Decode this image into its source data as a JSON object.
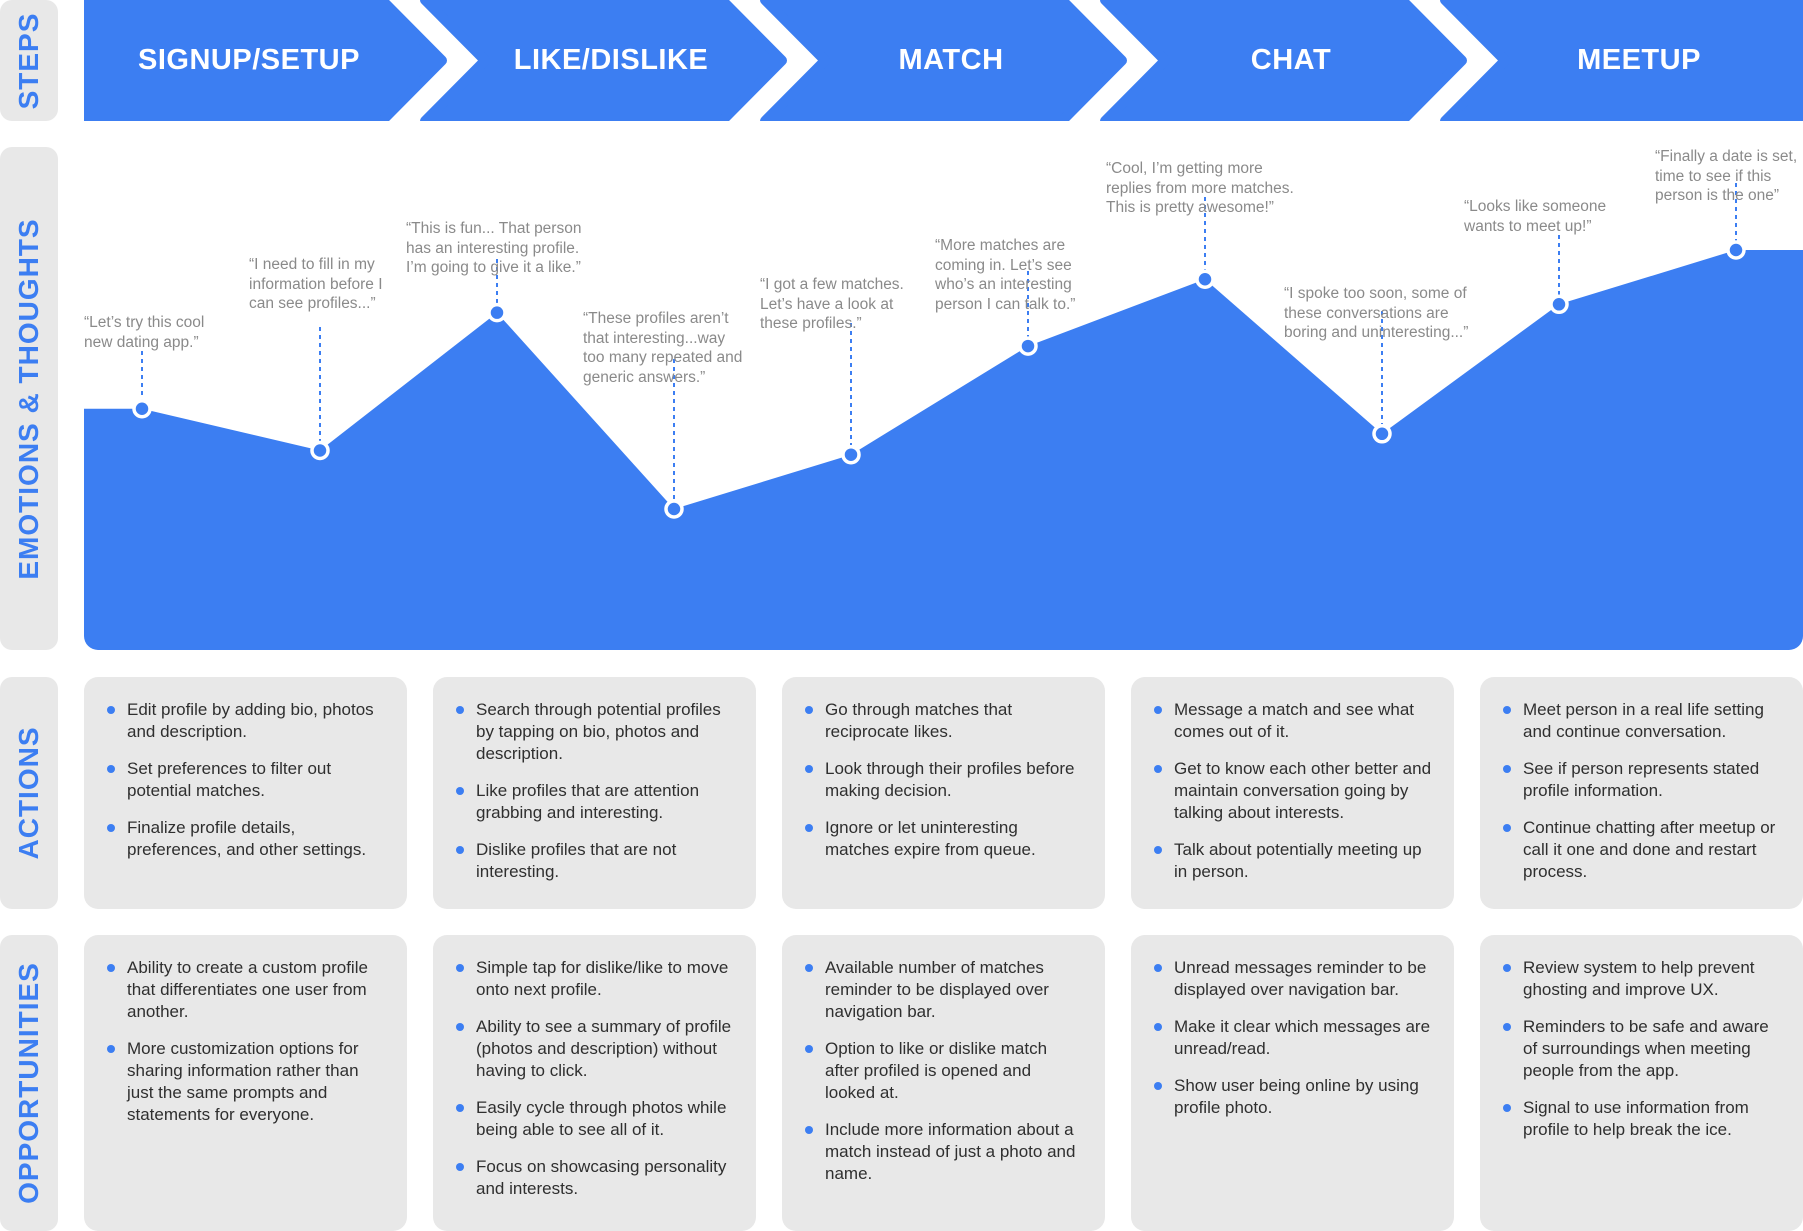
{
  "row_labels": {
    "steps": "STEPS",
    "emotions": "EMOTIONS & THOUGHTS",
    "actions": "ACTIONS",
    "opportunities": "OPPORTUNITIES"
  },
  "colors": {
    "accent": "#3c7ef2",
    "panel": "#e8e8e8",
    "quote": "#8a8a8a",
    "text": "#2f2f2f"
  },
  "steps": [
    "SIGNUP/SETUP",
    "LIKE/DISLIKE",
    "MATCH",
    "CHAT",
    "MEETUP"
  ],
  "emotion_points": [
    {
      "level": 0.62,
      "quote": "“Let’s try this cool\nnew dating app.”"
    },
    {
      "level": 0.52,
      "quote": "“I need to fill in my\ninformation before I\ncan see profiles...”"
    },
    {
      "level": 0.85,
      "quote": "“This is fun... That person\nhas an interesting profile.\nI’m going to give it a like.”"
    },
    {
      "level": 0.38,
      "quote": "“These profiles aren’t\nthat interesting...way\ntoo many repeated and\ngeneric answers.”"
    },
    {
      "level": 0.51,
      "quote": "“I got a few matches.\nLet’s have a look at\nthese profiles.”"
    },
    {
      "level": 0.77,
      "quote": "“More matches are\ncoming in. Let’s see\nwho’s an interesting\nperson I can talk to.”"
    },
    {
      "level": 0.93,
      "quote": "“Cool, I’m getting more\nreplies from more matches.\nThis is pretty awesome!”"
    },
    {
      "level": 0.56,
      "quote": "“I spoke too soon, some of\nthese conversations are\nboring and uninteresting...”"
    },
    {
      "level": 0.87,
      "quote": "“Looks like someone\nwants to meet up!”"
    },
    {
      "level": 1.0,
      "quote": "“Finally a date is set,\ntime to see if this\nperson is the one”"
    }
  ],
  "actions": [
    [
      "Edit profile by adding bio, photos and description.",
      "Set preferences to filter out potential matches.",
      "Finalize profile details, preferences, and other settings."
    ],
    [
      "Search through potential profiles by tapping on bio, photos and description.",
      "Like profiles that are attention grabbing and interesting.",
      "Dislike profiles that are not interesting."
    ],
    [
      "Go through matches that reciprocate likes.",
      "Look through their profiles before making decision.",
      "Ignore or let uninteresting matches expire from queue."
    ],
    [
      "Message a match and see what comes out of it.",
      "Get to know each other better and maintain conversation going by talking about interests.",
      "Talk about potentially meeting up in person."
    ],
    [
      "Meet person in a real life setting and continue conversation.",
      "See if person represents stated profile information.",
      "Continue chatting after meetup or call it one and done and restart process."
    ]
  ],
  "opportunities": [
    [
      "Ability to create a custom profile that differentiates one user from another.",
      "More customization options for sharing information rather than just the same prompts and statements for everyone."
    ],
    [
      "Simple tap for dislike/like to move onto next profile.",
      "Ability to see a summary of profile (photos and description) without having to click.",
      "Easily cycle through photos while being able to see all of it.",
      "Focus on showcasing personality and interests."
    ],
    [
      "Available number of matches reminder to be displayed over navigation bar.",
      "Option to like or dislike match after profiled is opened and looked at.",
      "Include more information about a match instead of just a photo and name."
    ],
    [
      "Unread messages reminder to be displayed over navigation bar.",
      "Make it clear which messages are unread/read.",
      "Show user being online by using profile photo."
    ],
    [
      "Review system to help prevent ghosting and improve UX.",
      "Reminders to be safe and aware of surroundings when meeting people from the app.",
      "Signal to use information from profile to help break the ice."
    ]
  ]
}
